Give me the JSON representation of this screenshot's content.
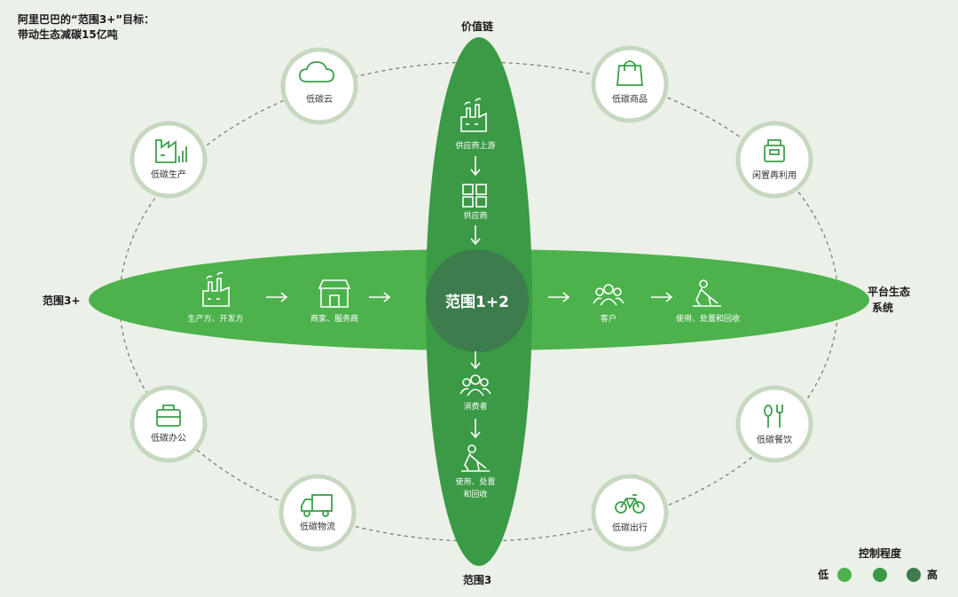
{
  "title": {
    "line1": "阿里巴巴的“范围3+”目标：",
    "line2": "带动生态减碳15亿吨"
  },
  "axes": {
    "top": "价值链",
    "bottom": "范围3",
    "left": "范围3+",
    "right_line1": "平台生态",
    "right_line2": "系统"
  },
  "center": "范围1+2",
  "vertical_flow": [
    {
      "icon": "factory-icon",
      "label": "供应商上游"
    },
    {
      "icon": "grid-boxes-icon",
      "label": "供应商"
    },
    {
      "icon": "people-icon",
      "label": "消费者"
    },
    {
      "icon": "worker-icon",
      "label_line1": "使用、处置",
      "label_line2": "和回收"
    }
  ],
  "horizontal_flow": [
    {
      "icon": "factory-icon",
      "label": "生产方、开发方"
    },
    {
      "icon": "shop-icon",
      "label": "商家、服务商"
    },
    {
      "icon": "people-icon",
      "label": "客户"
    },
    {
      "icon": "worker-icon",
      "label": "使用、处置和回收"
    }
  ],
  "outer_nodes": [
    {
      "icon": "cloud-icon",
      "label": "低碳云"
    },
    {
      "icon": "factory-chart-icon",
      "label": "低碳生产"
    },
    {
      "icon": "briefcase-icon",
      "label": "低碳办公"
    },
    {
      "icon": "truck-icon",
      "label": "低碳物流"
    },
    {
      "icon": "shopping-bag-icon",
      "label": "低碳商品"
    },
    {
      "icon": "box-icon",
      "label": "闲置再利用"
    },
    {
      "icon": "spoon-fork-icon",
      "label": "低碳餐饮"
    },
    {
      "icon": "bicycle-icon",
      "label": "低碳出行"
    }
  ],
  "legend": {
    "title": "控制程度",
    "low": "低",
    "high": "高",
    "colors": [
      "#4db24c",
      "#3a9a45",
      "#3c7c4d"
    ]
  },
  "colors": {
    "background": "#ebf0e8",
    "horizontal_ellipse": "#4db24c",
    "vertical_ellipse": "#3a9a45",
    "center": "#3c7c4d",
    "node_fill": "#ffffff",
    "node_ring": "#c6d8c0",
    "node_accent": "#3c9f4a"
  }
}
